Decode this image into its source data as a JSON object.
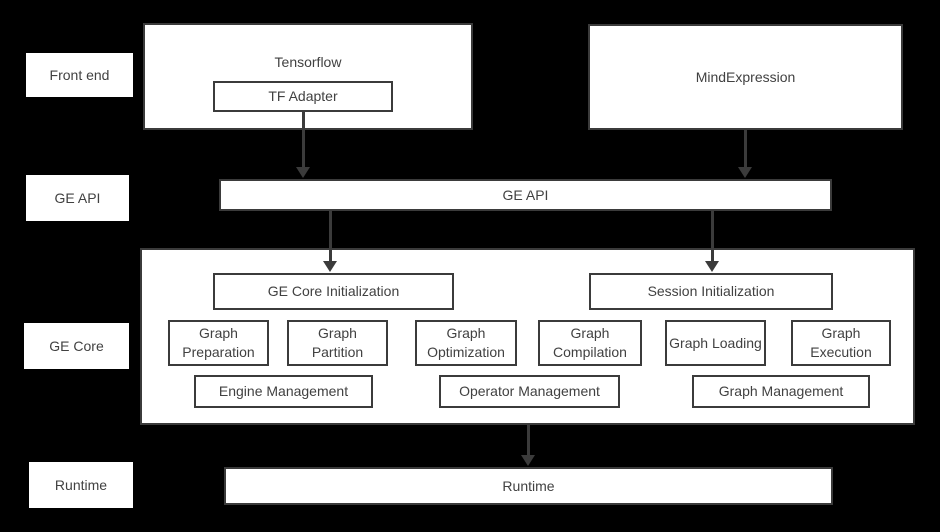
{
  "colors": {
    "background": "#000000",
    "box_fill": "#ffffff",
    "border": "#3b3b3b",
    "text": "#414141",
    "arrow": "#3b3b3b"
  },
  "row_labels": [
    {
      "label": "Front end"
    },
    {
      "label": "GE API"
    },
    {
      "label": "GE Core"
    },
    {
      "label": "Runtime"
    }
  ],
  "front_end": {
    "tensorflow_label": "Tensorflow",
    "tf_adapter_label": "TF Adapter",
    "mindexpression_label": "MindExpression"
  },
  "ge_api": {
    "label": "GE API"
  },
  "ge_core": {
    "core_init_label": "GE Core Initialization",
    "session_init_label": "Session Initialization",
    "stages": [
      "Graph Preparation",
      "Graph Partition",
      "Graph Optimization",
      "Graph Compilation",
      "Graph Loading",
      "Graph Execution"
    ],
    "management": [
      "Engine Management",
      "Operator Management",
      "Graph Management"
    ]
  },
  "runtime": {
    "label": "Runtime"
  }
}
